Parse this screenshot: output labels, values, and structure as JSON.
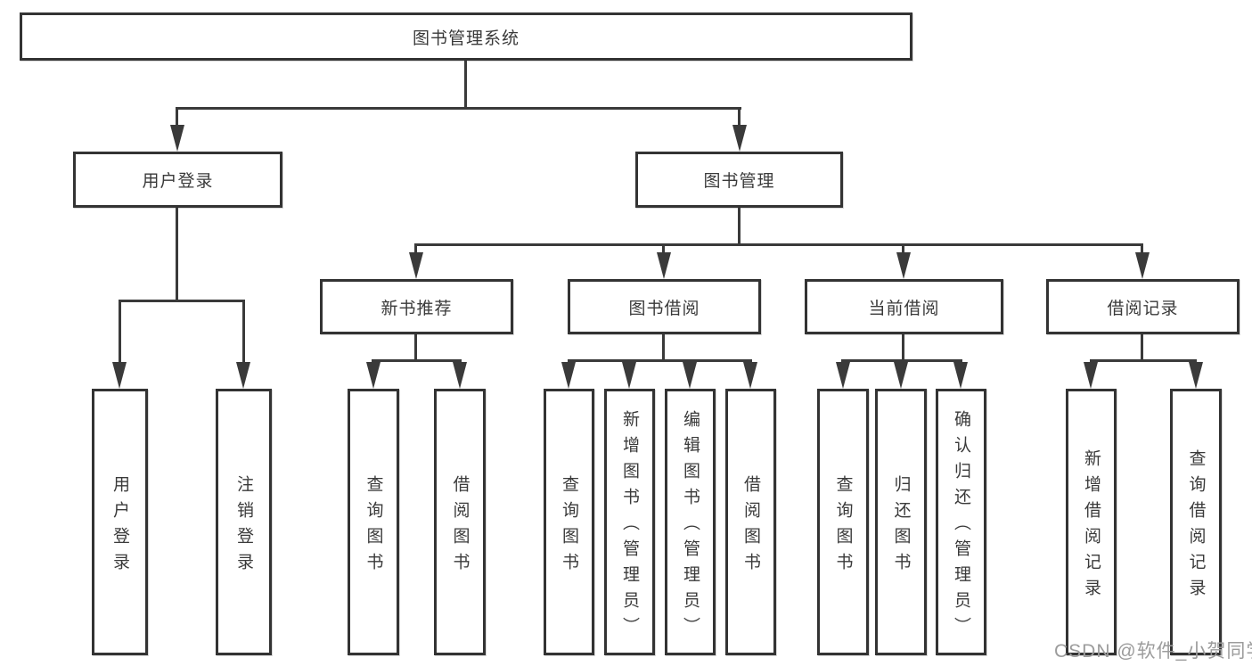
{
  "tree": {
    "root": "图书管理系统",
    "children": [
      {
        "label": "用户登录",
        "children": [
          "用户登录",
          "注销登录"
        ]
      },
      {
        "label": "图书管理",
        "children": [
          {
            "label": "新书推荐",
            "children": [
              "查询图书",
              "借阅图书"
            ]
          },
          {
            "label": "图书借阅",
            "children": [
              "查询图书",
              "新增图书（管理员）",
              "编辑图书（管理员）",
              "借阅图书"
            ]
          },
          {
            "label": "当前借阅",
            "children": [
              "查询图书",
              "归还图书",
              "确认归还（管理员）"
            ]
          },
          {
            "label": "借阅记录",
            "children": [
              "新增借阅记录",
              "查询借阅记录"
            ]
          }
        ]
      }
    ]
  },
  "watermark": "CSDN @软件_小贺同学",
  "colors": {
    "line": "#3a3a3a",
    "box_border": "#333333",
    "text": "#3a3a3a",
    "watermark": "#9c9c9c",
    "background": "#ffffff"
  }
}
